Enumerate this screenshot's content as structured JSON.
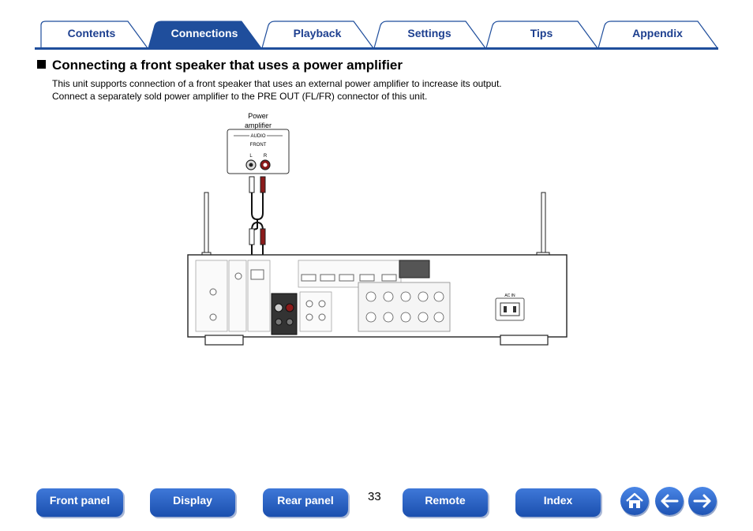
{
  "tabs": [
    {
      "label": "Contents",
      "active": false
    },
    {
      "label": "Connections",
      "active": true
    },
    {
      "label": "Playback",
      "active": false
    },
    {
      "label": "Settings",
      "active": false
    },
    {
      "label": "Tips",
      "active": false
    },
    {
      "label": "Appendix",
      "active": false
    }
  ],
  "heading": "Connecting a front speaker that uses a power amplifier",
  "paragraphs": [
    "This unit supports connection of a front speaker that uses an external power amplifier to increase its output.",
    "Connect a separately sold power amplifier to the PRE OUT (FL/FR) connector of this unit."
  ],
  "diagram": {
    "amp_label_line1": "Power",
    "amp_label_line2": "amplifier",
    "audio_label": "AUDIO",
    "front_label": "FRONT",
    "left_label": "L",
    "right_label": "R",
    "ac_label": "AC IN"
  },
  "footer": {
    "buttons": [
      "Front panel",
      "Display",
      "Rear panel",
      "Remote",
      "Index"
    ],
    "page_number": "33",
    "icons": [
      "home-icon",
      "back-arrow-icon",
      "forward-arrow-icon"
    ]
  },
  "colors": {
    "accent": "#1f4e9c",
    "button": "#2a62c4",
    "red_connector": "#8b1a1a"
  }
}
